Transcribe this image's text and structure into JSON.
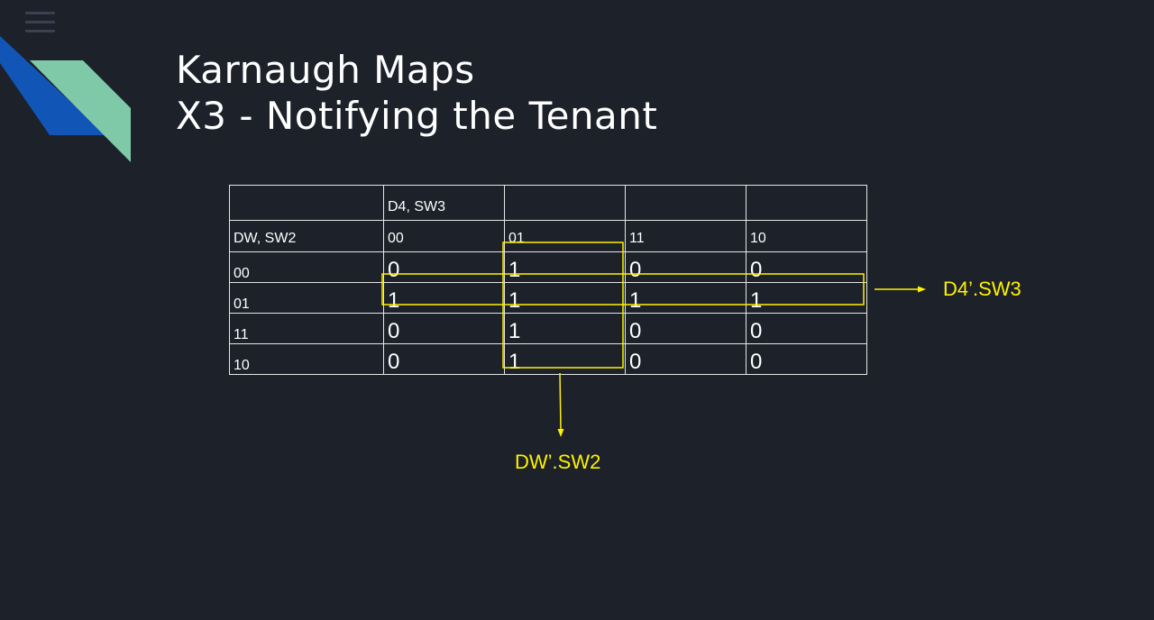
{
  "slide": {
    "title_line1": "Karnaugh Maps",
    "title_line2": "X3 - Notifying the Tenant"
  },
  "kmap": {
    "col_group_label": "D4, SW3",
    "row_group_label": "DW, SW2",
    "col_headers": [
      "00",
      "01",
      "11",
      "10"
    ],
    "rows": [
      {
        "label": "00",
        "values": [
          "0",
          "1",
          "0",
          "0"
        ]
      },
      {
        "label": "01",
        "values": [
          "1",
          "1",
          "1",
          "1"
        ]
      },
      {
        "label": "11",
        "values": [
          "0",
          "1",
          "0",
          "0"
        ]
      },
      {
        "label": "10",
        "values": [
          "0",
          "1",
          "0",
          "0"
        ]
      }
    ]
  },
  "groups": {
    "row_group_term": "D4’.SW3",
    "col_group_term": "DW’.SW2"
  },
  "colors": {
    "background": "#1c212a",
    "highlight": "#fff200",
    "deco_blue": "#1155b6",
    "deco_green": "#7fc9a8",
    "table_border": "#e6e6e6"
  },
  "icons": {
    "menu": "hamburger-menu-icon"
  }
}
